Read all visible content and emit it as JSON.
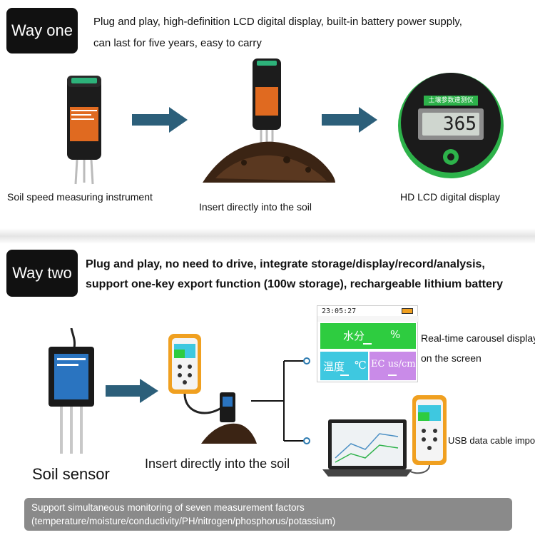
{
  "section_one": {
    "badge": "Way one",
    "description_line1": "Plug and play, high-definition LCD digital display, built-in battery power supply,",
    "description_line2": "can last for five years, easy to carry",
    "caption_instrument": "Soil speed measuring instrument",
    "caption_insert": "Insert directly into the soil",
    "caption_display": "HD LCD digital display",
    "device_title": "土壤参数速测仪",
    "lcd_reading": "365"
  },
  "section_two": {
    "badge": "Way two",
    "description_line1": "Plug and play, no need to drive, integrate storage/display/record/analysis,",
    "description_line2": "support one-key export function (100w storage), rechargeable lithium battery",
    "caption_sensor": "Soil sensor",
    "caption_insert": "Insert directly into the soil",
    "screen": {
      "time": "23:05:27",
      "moisture_label": "水分",
      "moisture_unit": "%",
      "temp_label": "温度",
      "temp_unit": "℃",
      "ec_label": "EC us/cm"
    },
    "carousel_line1": "Real-time carousel display",
    "carousel_line2": "on the screen",
    "usb_label": "USB data cable import"
  },
  "footer": {
    "line1": "Support simultaneous monitoring of seven measurement factors",
    "line2": "(temperature/moisture/conductivity/PH/nitrogen/phosphorus/potassium)"
  },
  "colors": {
    "arrow": "#2c5f7a",
    "screen_green": "#2ecc40",
    "screen_cyan": "#3ec8e0",
    "screen_violet": "#c98be8",
    "handheld_orange": "#f0a020"
  }
}
